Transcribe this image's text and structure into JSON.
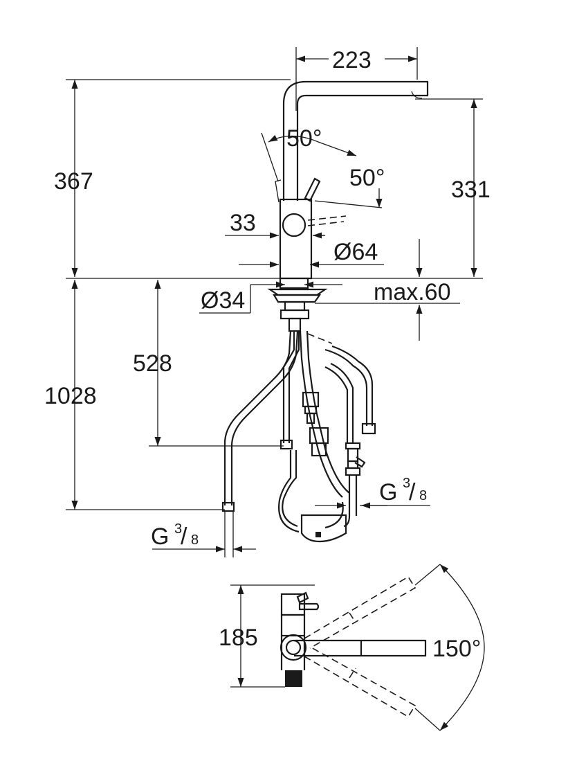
{
  "colors": {
    "ink": "#1a1a1a",
    "paper": "#ffffff"
  },
  "dimensions": {
    "spout_reach": "223",
    "total_height": "367",
    "spout_height": "331",
    "swivel_angle_left": "50°",
    "swivel_angle_right": "50°",
    "lever_width": "33",
    "base_diameter": "Ø64",
    "hole_diameter": "Ø34",
    "max_deck_thickness": "max.60",
    "hose_length": "528",
    "overall_length": "1028",
    "connection_right": {
      "main": "G",
      "num": "3",
      "den": "8"
    },
    "connection_left": {
      "main": "G",
      "num": "3",
      "den": "8"
    },
    "top_depth": "185",
    "rotation_angle": "150°"
  }
}
